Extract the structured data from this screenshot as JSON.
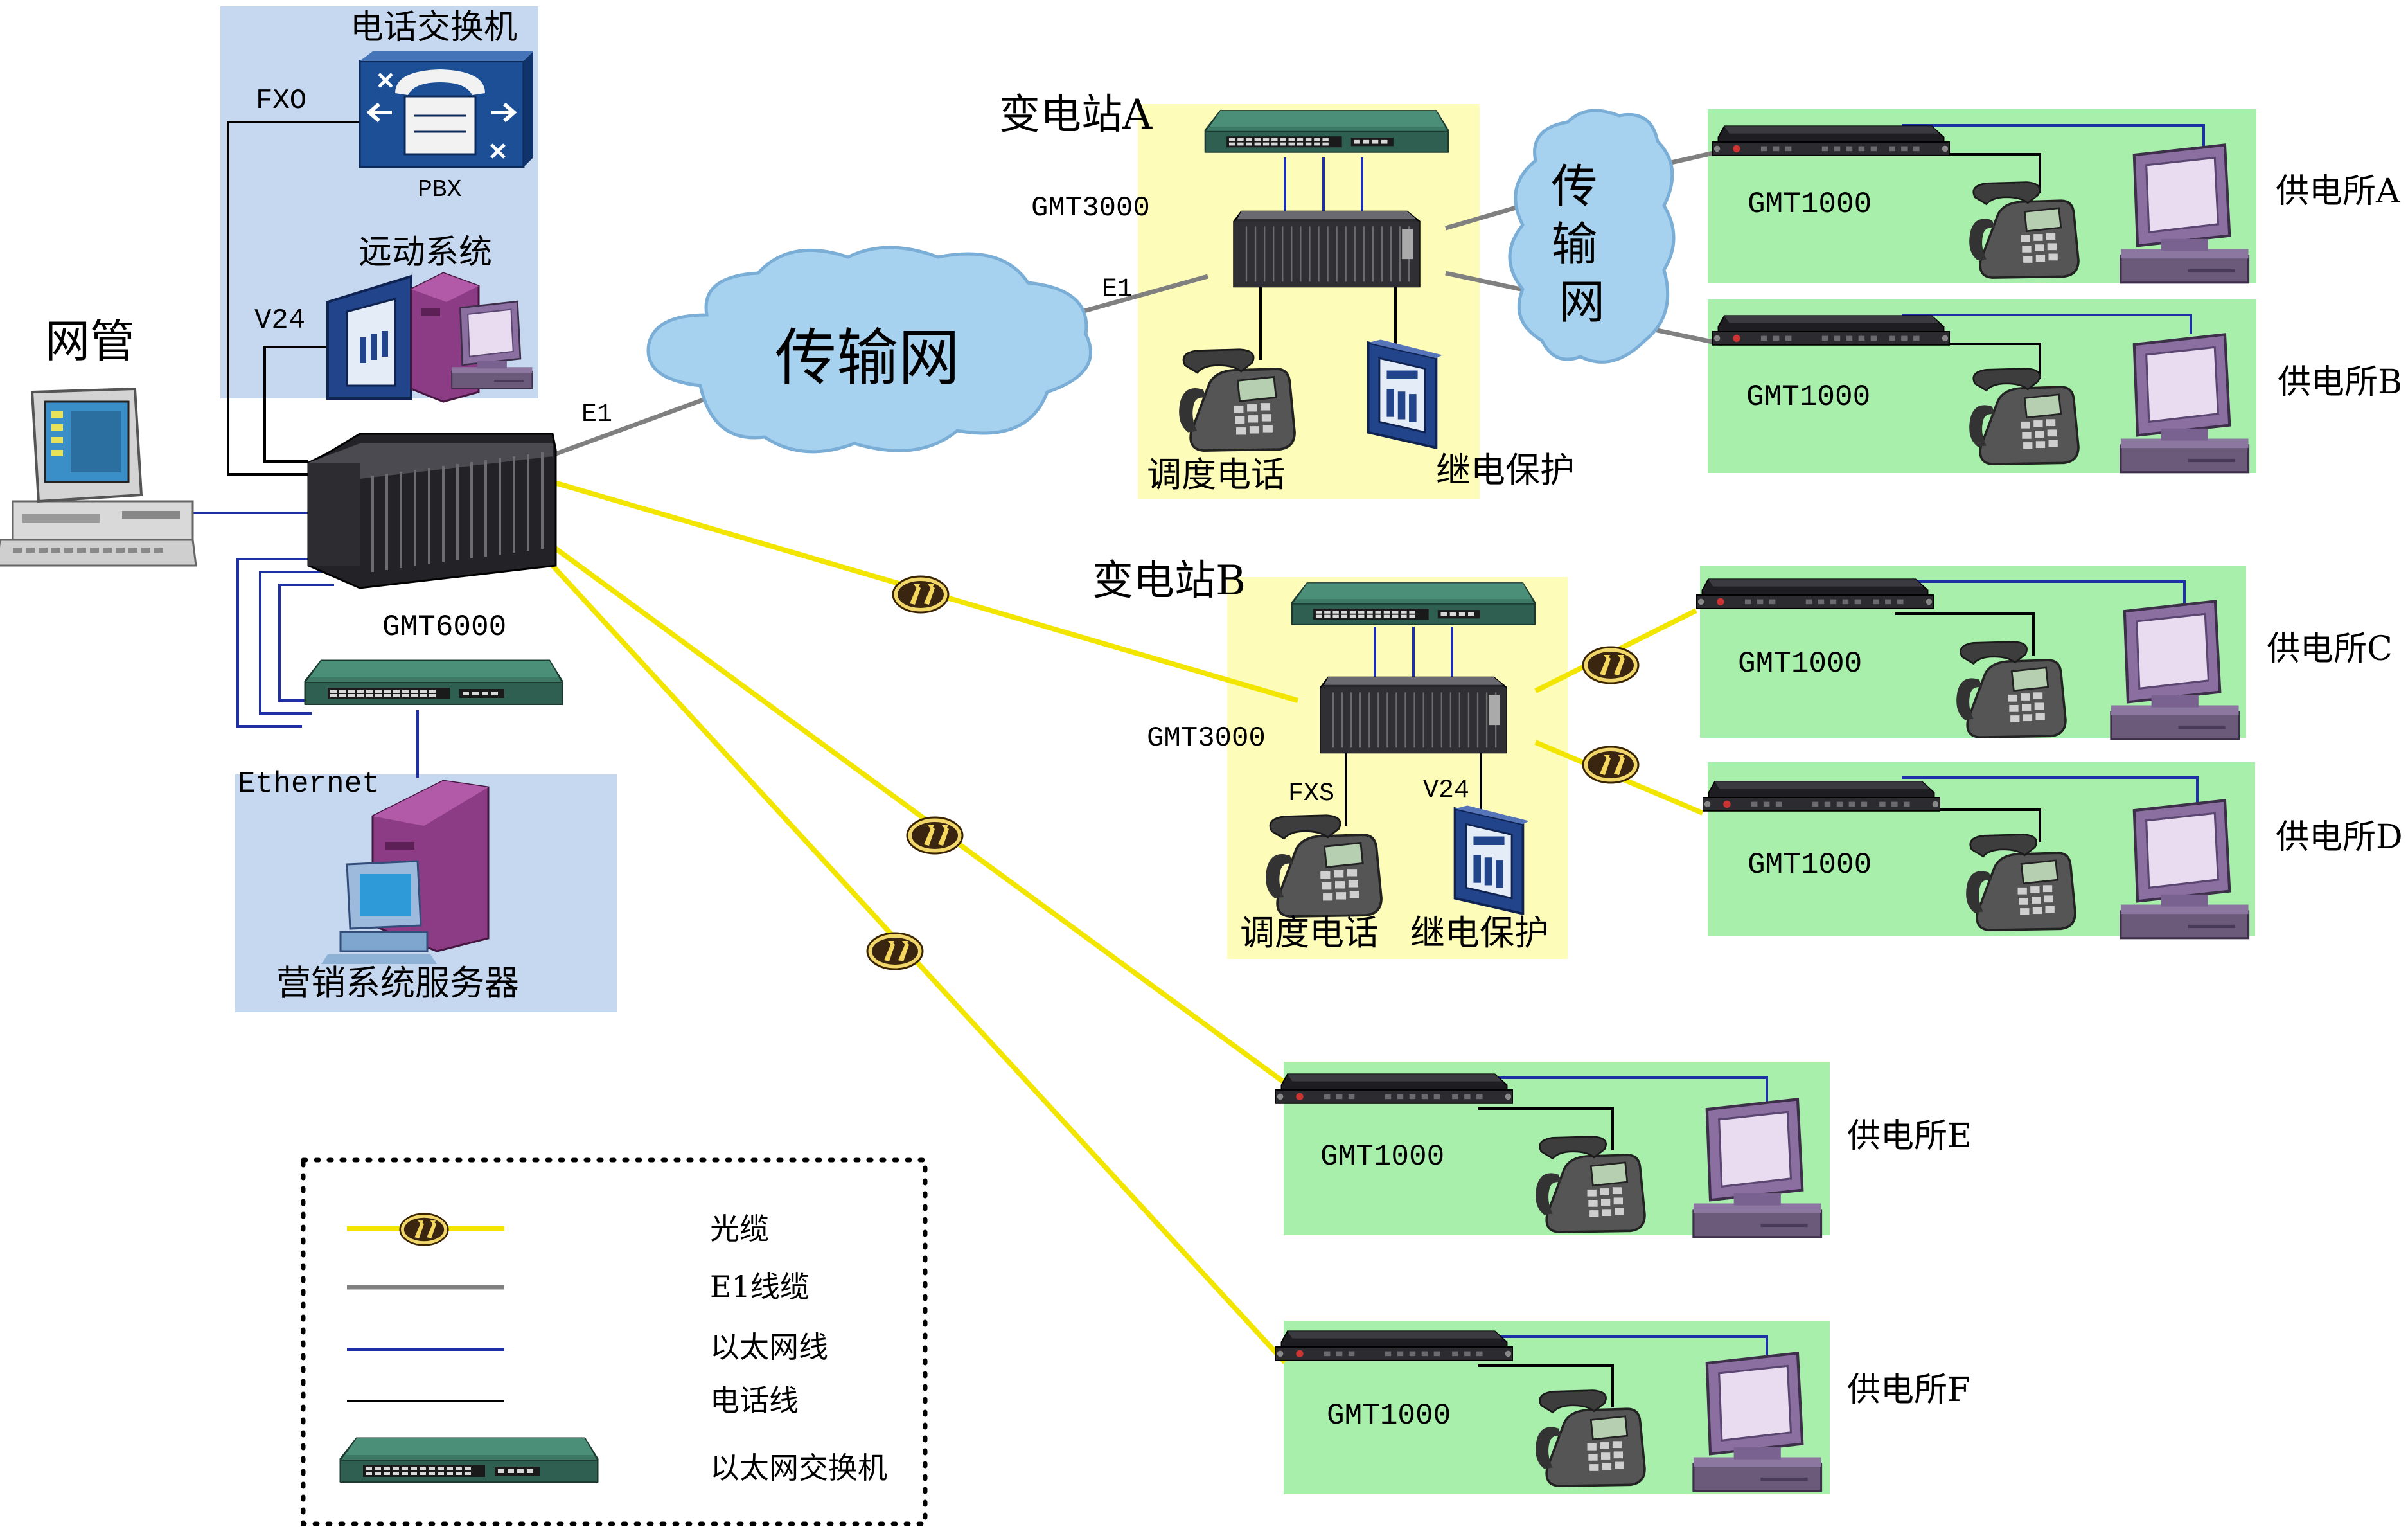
{
  "labels": {
    "pbx_title": "电话交换机",
    "fxo": "FXO",
    "pbx": "PBX",
    "scada": "远动系统",
    "v24_left": "V24",
    "nms": "网管",
    "e1_left": "E1",
    "gmt6000": "GMT6000",
    "ethernet": "Ethernet",
    "marketing_server": "营销系统服务器",
    "transport_net": "传输网",
    "substation_a": "变电站A",
    "gmt3000_a": "GMT3000",
    "e1_a": "E1",
    "dispatch_phone_a": "调度电话",
    "relay_a": "继电保护",
    "transport_net_small": "传输网",
    "substation_b": "变电站B",
    "gmt3000_b": "GMT3000",
    "fxs": "FXS",
    "v24_b": "V24",
    "dispatch_phone_b": "调度电话",
    "relay_b": "继电保护"
  },
  "stations": [
    {
      "name": "供电所A",
      "device": "GMT1000"
    },
    {
      "name": "供电所B",
      "device": "GMT1000"
    },
    {
      "name": "供电所C",
      "device": "GMT1000"
    },
    {
      "name": "供电所D",
      "device": "GMT1000"
    },
    {
      "name": "供电所E",
      "device": "GMT1000"
    },
    {
      "name": "供电所F",
      "device": "GMT1000"
    }
  ],
  "legend": [
    {
      "type": "fiber",
      "label": "光缆",
      "color": "#f2e600"
    },
    {
      "type": "e1",
      "label": "E1线缆",
      "color": "#808080"
    },
    {
      "type": "ethernet",
      "label": "以太网线",
      "color": "#1f2fa6"
    },
    {
      "type": "phone",
      "label": "电话线",
      "color": "#000000"
    },
    {
      "type": "switch",
      "label": "以太网交换机",
      "color": "#2f6b57"
    }
  ],
  "colors": {
    "region_blue": "#c6d8ef",
    "region_yellow": "#fdfcb8",
    "region_green": "#a7efab",
    "cloud": "#a6d2ef",
    "fiber": "#f2e600",
    "e1": "#808080",
    "ethernet": "#1f2fa6"
  },
  "icons": [
    "pbx-icon",
    "modem-icon",
    "server-tower-icon",
    "computer-icon",
    "chassis-icon",
    "switch-icon",
    "rack-unit-icon",
    "phone-icon",
    "relay-icon",
    "fiber-splice-icon",
    "cloud-icon"
  ]
}
